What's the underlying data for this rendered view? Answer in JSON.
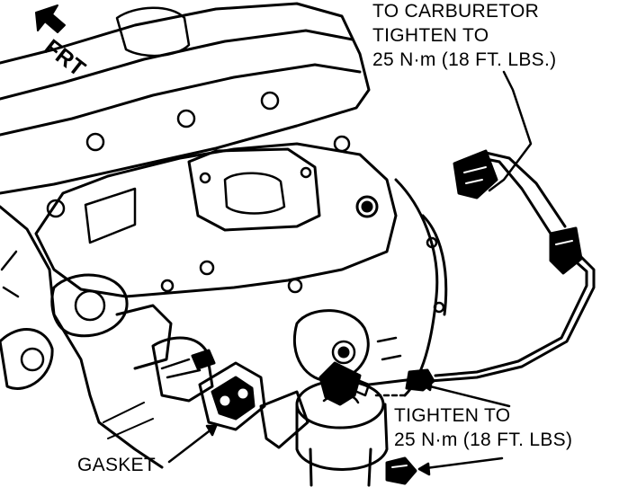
{
  "labels": {
    "front": "FRT",
    "carburetor_line1": "TO CARBURETOR",
    "carburetor_line2": "TIGHTEN TO",
    "carburetor_line3": "25 N·m (18 FT. LBS.)",
    "pump_line1": "TIGHTEN TO",
    "pump_line2": "25 N·m (18 FT. LBS)",
    "gasket": "GASKET"
  },
  "colors": {
    "ink": "#000000",
    "paper": "#ffffff"
  }
}
